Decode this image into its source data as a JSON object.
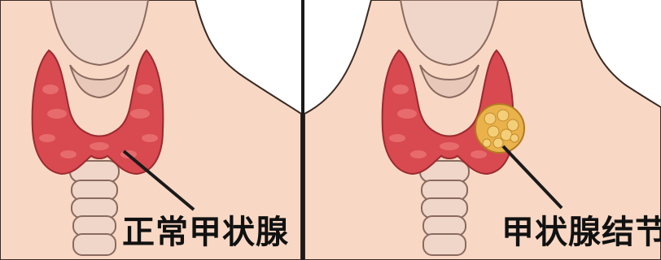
{
  "panels": [
    {
      "id": "normal",
      "label": "正常甲状腺"
    },
    {
      "id": "nodule",
      "label": "甲状腺结节"
    }
  ],
  "colors": {
    "skin": "#f8d8c4",
    "background": "#ffffff",
    "thyroid": "#d84a4f",
    "thyroid_highlight": "#ee7a7a",
    "cartilage": "#efd6c8",
    "nodule": "#e9b24a",
    "outline": "#1a1a1a"
  }
}
